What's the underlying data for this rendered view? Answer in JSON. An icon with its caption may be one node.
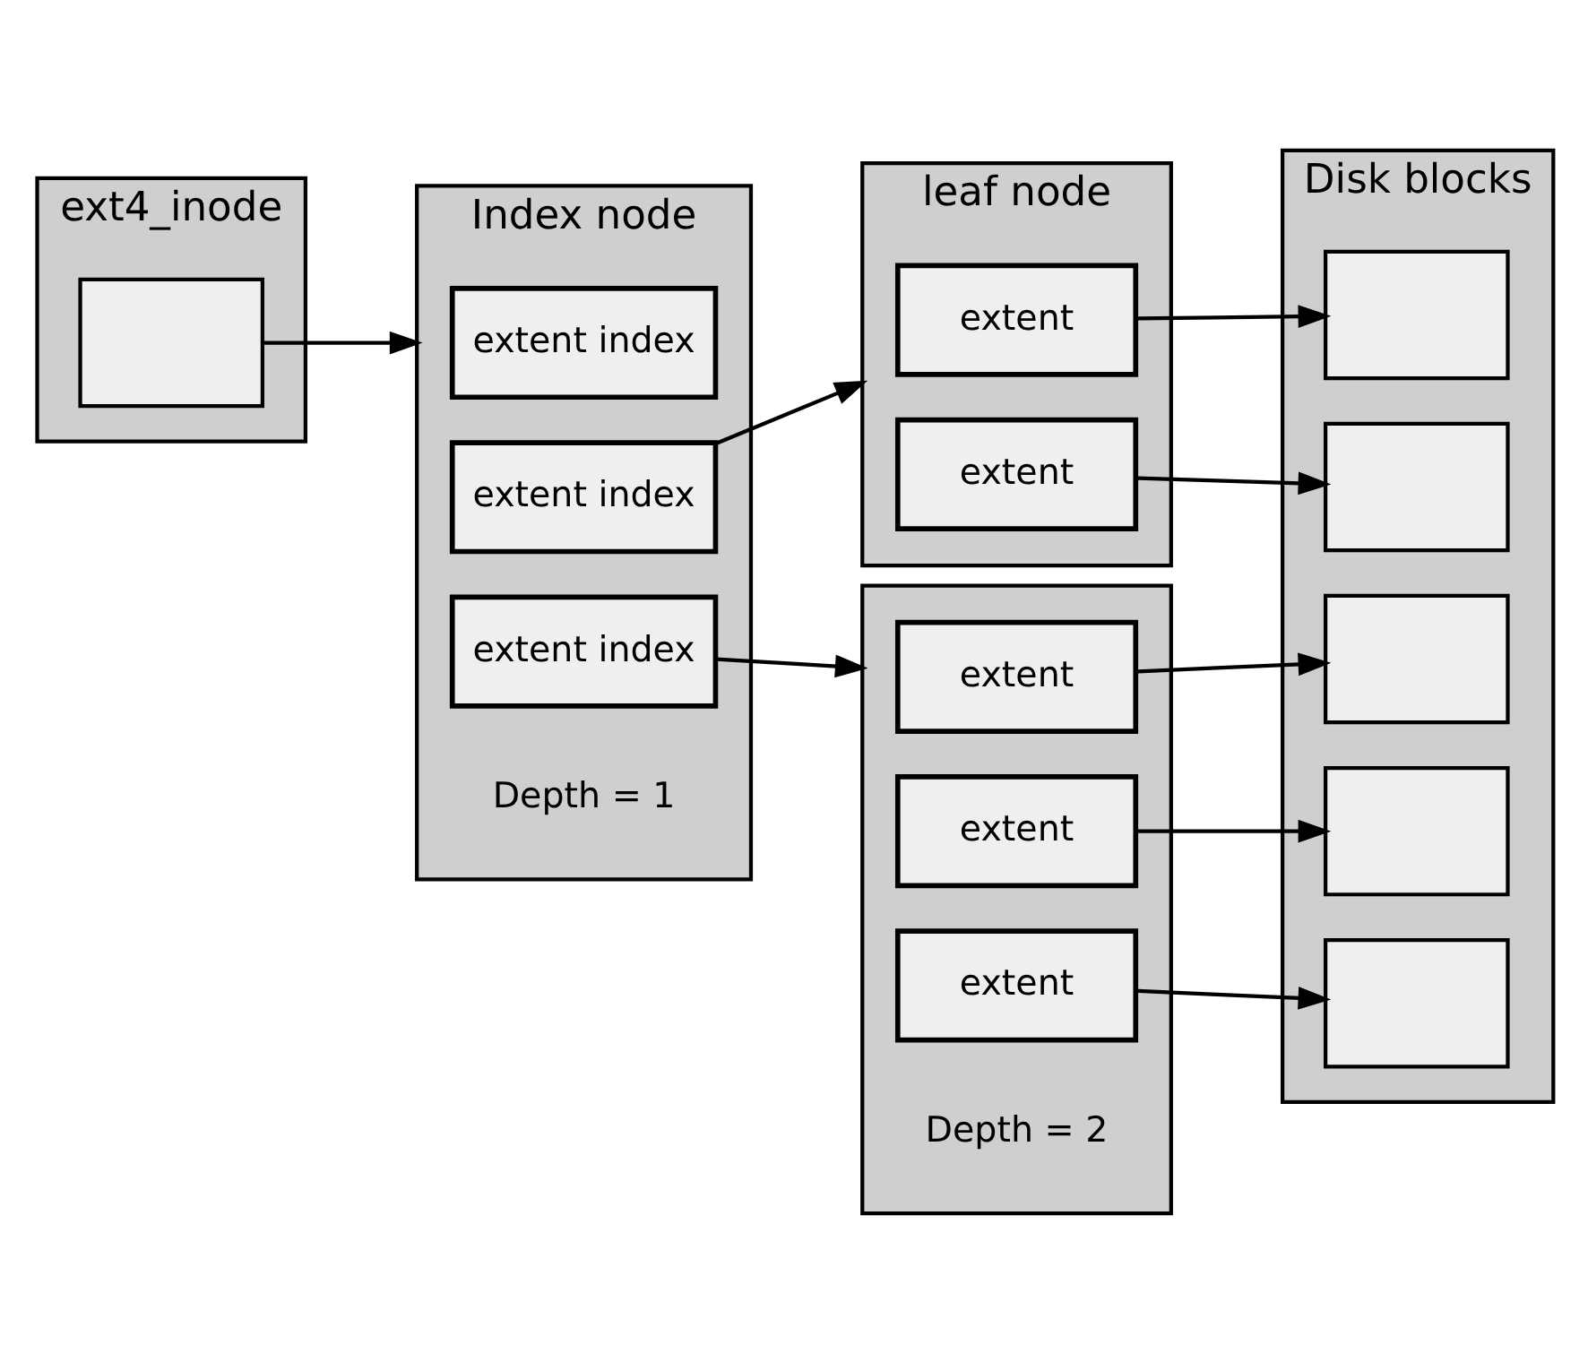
{
  "diagram": {
    "nodes": [
      {
        "text": [
          "ext4_inode"
        ]
      },
      {
        "text": [],
        "shape": "box",
        "in": 0
      },
      {
        "text": [
          "Index node"
        ],
        "beside": [
          "Depth = 1"
        ]
      },
      {
        "text": [
          "extent index"
        ],
        "in": 2
      },
      {
        "text": [
          "extent index"
        ],
        "in": 2
      },
      {
        "text": [
          "extent index"
        ],
        "in": 2
      },
      {
        "text": [
          "leaf node"
        ]
      },
      {
        "text": [
          "extent"
        ],
        "in": 6
      },
      {
        "text": [
          "extent"
        ],
        "in": 6
      },
      {
        "text": [],
        "shape": "box",
        "beside": [
          "Depth = 2"
        ]
      },
      {
        "text": [
          "extent"
        ],
        "in": 9
      },
      {
        "text": [
          "extent"
        ],
        "in": 9
      },
      {
        "text": [
          "extent"
        ],
        "in": 9
      },
      {
        "text": [
          "Disk blocks"
        ]
      },
      {
        "text": [],
        "shape": "box",
        "in": 13
      },
      {
        "text": [],
        "shape": "box",
        "in": 13
      },
      {
        "text": [],
        "shape": "box",
        "in": 13
      },
      {
        "text": [],
        "shape": "box",
        "in": 13
      },
      {
        "text": [],
        "shape": "box",
        "in": 13
      }
    ],
    "edges": [
      {
        "from": 1,
        "to": 2,
        "arrow": "to"
      },
      {
        "from": 4,
        "to": 6,
        "arrow": "to"
      },
      {
        "from": 5,
        "to": 9,
        "arrow": "to"
      },
      {
        "from": 7,
        "to": 14,
        "arrow": "to"
      },
      {
        "from": 8,
        "to": 15,
        "arrow": "to"
      },
      {
        "from": 10,
        "to": 16,
        "arrow": "to"
      },
      {
        "from": 11,
        "to": 17,
        "arrow": "to"
      },
      {
        "from": 12,
        "to": 18,
        "arrow": "to"
      }
    ]
  }
}
